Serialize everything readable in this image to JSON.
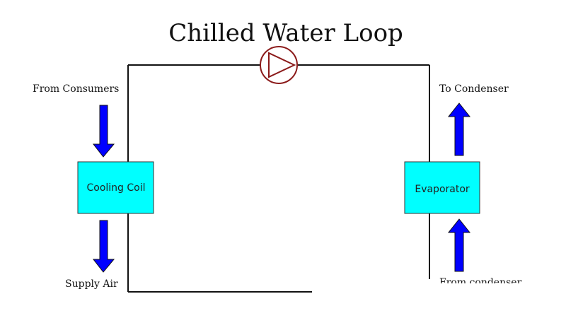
{
  "title": "Chilled Water Loop",
  "components": {
    "cooling_coil": {
      "label": "Cooling Coil"
    },
    "evaporator": {
      "label": "Evaporator"
    },
    "pump": {
      "icon": "pump-icon"
    }
  },
  "flows": {
    "from_consumers": "From Consumers",
    "supply_air": "Supply Air",
    "to_condenser": "To Condenser",
    "from_condenser": "From condenser"
  },
  "colors": {
    "box_fill": "#00ffff",
    "arrow_fill": "#0000ff",
    "pump_stroke": "#8b1a1a",
    "pipe": "#111111"
  }
}
